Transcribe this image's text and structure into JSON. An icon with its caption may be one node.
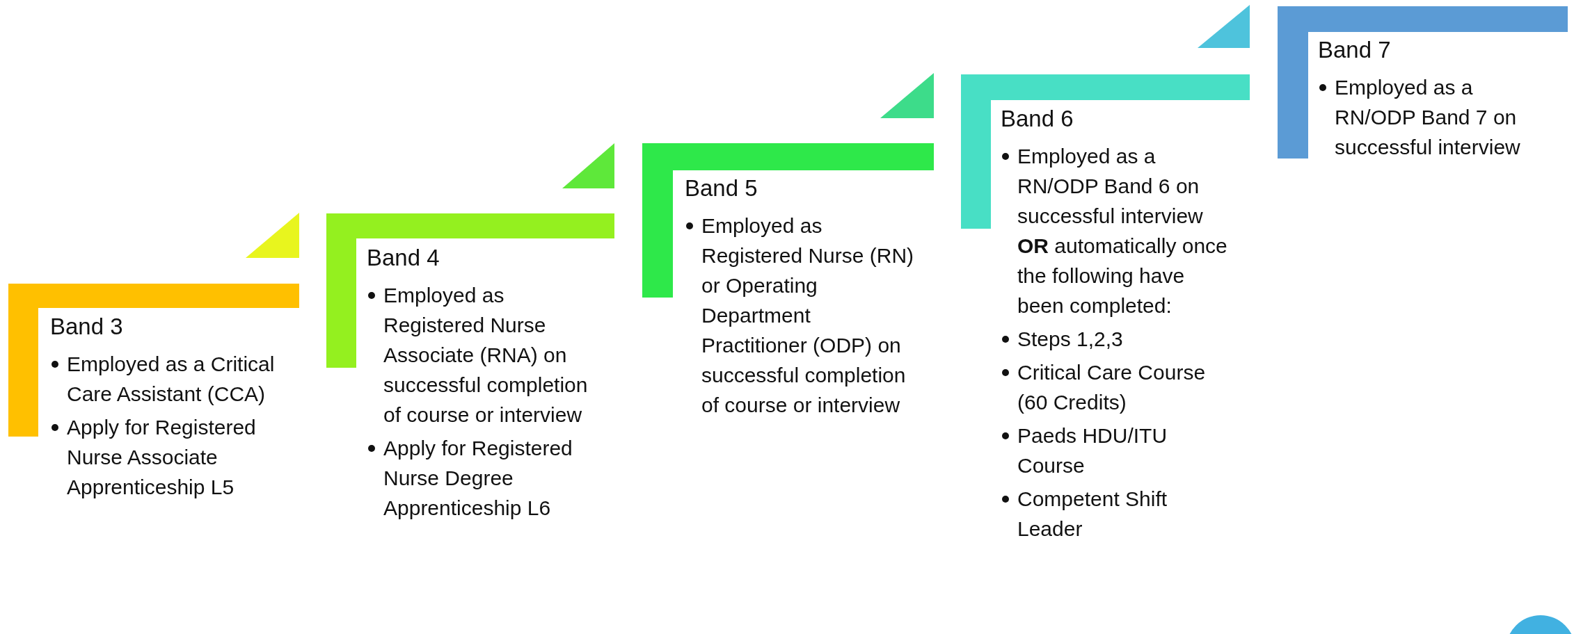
{
  "diagram": {
    "nodes": [
      {
        "text": [
          "Band 3",
          "Employed as a Critical Care Assistant (CCA)",
          "Apply for Registered Nurse Associate Apprenticeship L5"
        ]
      },
      {
        "text": [
          "Band 4",
          "Employed as Registered Nurse Associate (RNA) on successful completion of course or interview",
          "Apply for Registered Nurse Degree Apprenticeship L6"
        ]
      },
      {
        "text": [
          "Band 5",
          "Employed as Registered Nurse (RN) or Operating Department Practitioner (ODP) on successful completion of course or interview"
        ]
      },
      {
        "text": [
          "Band 6",
          "Employed as a RN/ODP Band 6 on successful interview **OR** automatically once the following have been completed:",
          "Steps 1,2,3",
          "Critical Care Course (60 Credits)",
          "Paeds HDU/ITU Course",
          "Competent Shift Leader"
        ]
      },
      {
        "text": [
          "Band 7",
          "Employed as a RN/ODP Band 7 on successful interview"
        ]
      }
    ]
  }
}
